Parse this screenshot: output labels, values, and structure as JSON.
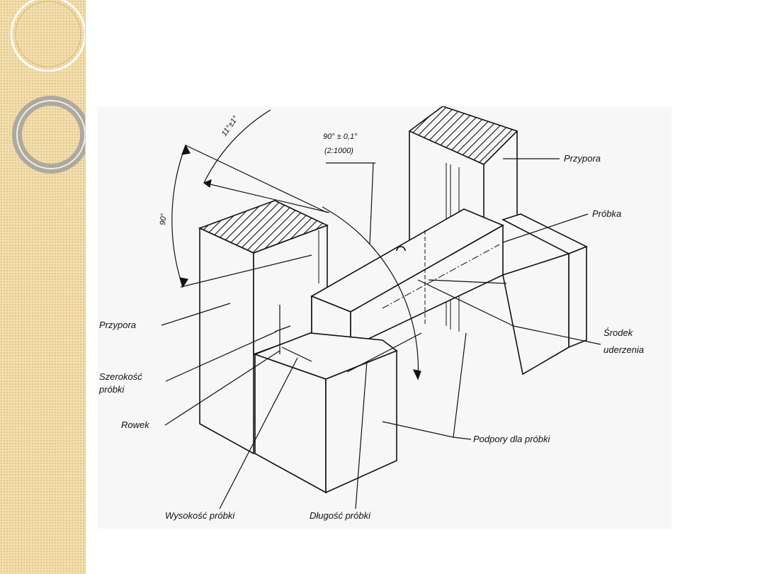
{
  "slide": {
    "band_color": "#f3dfae",
    "panel_color": "#f7f7f7",
    "ink_color": "#111111"
  },
  "diagram": {
    "labels": {
      "przypora_right": "Przypora",
      "probka": "Próbka",
      "przypora_left": "Przypora",
      "srodek_line1": "Środek",
      "srodek_line2": "uderzenia",
      "szerokosc_line1": "Szerokość",
      "szerokosc_line2": "próbki",
      "rowek": "Rowek",
      "podpory": "Podpory dla próbki",
      "wysokosc": "Wysokość próbki",
      "dlugosc": "Długość próbki"
    },
    "dimensions": {
      "angle_90": "90°",
      "angle_11": "11°±1°",
      "perp_line1": "90° ± 0,1°",
      "perp_line2": "(2:1000)"
    }
  }
}
